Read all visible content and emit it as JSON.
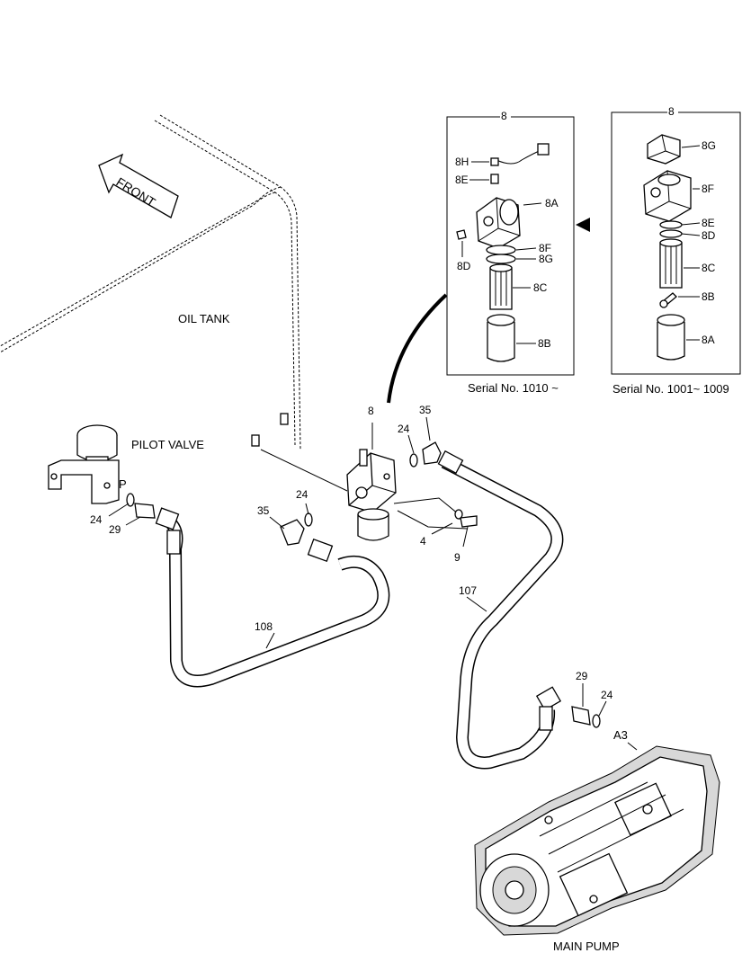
{
  "labels": {
    "front": "FRONT",
    "oil_tank": "OIL TANK",
    "pilot_valve": "PILOT VALVE",
    "main_pump": "MAIN PUMP",
    "port_p": "P",
    "port_a3": "A3",
    "serial_new": "Serial No. 1010 ~",
    "serial_old": "Serial No. 1001~ 1009"
  },
  "callouts": {
    "filter": "8",
    "box_new": "8",
    "box_old": "8",
    "o_ring_pilot": "24",
    "adapter_pilot": "29",
    "o_ring_left": "24",
    "elbow_left": "35",
    "o_ring_right": "24",
    "elbow_right": "35",
    "washer": "4",
    "bolt": "9",
    "hose_108": "108",
    "hose_107": "107",
    "adapter_pump": "29",
    "o_ring_pump": "24"
  },
  "box_new_parts": [
    "8H",
    "8E",
    "8A",
    "8F",
    "8G",
    "8D",
    "8C",
    "8B"
  ],
  "box_old_parts": [
    "8G",
    "8F",
    "8E",
    "8D",
    "8C",
    "8B",
    "8A"
  ]
}
